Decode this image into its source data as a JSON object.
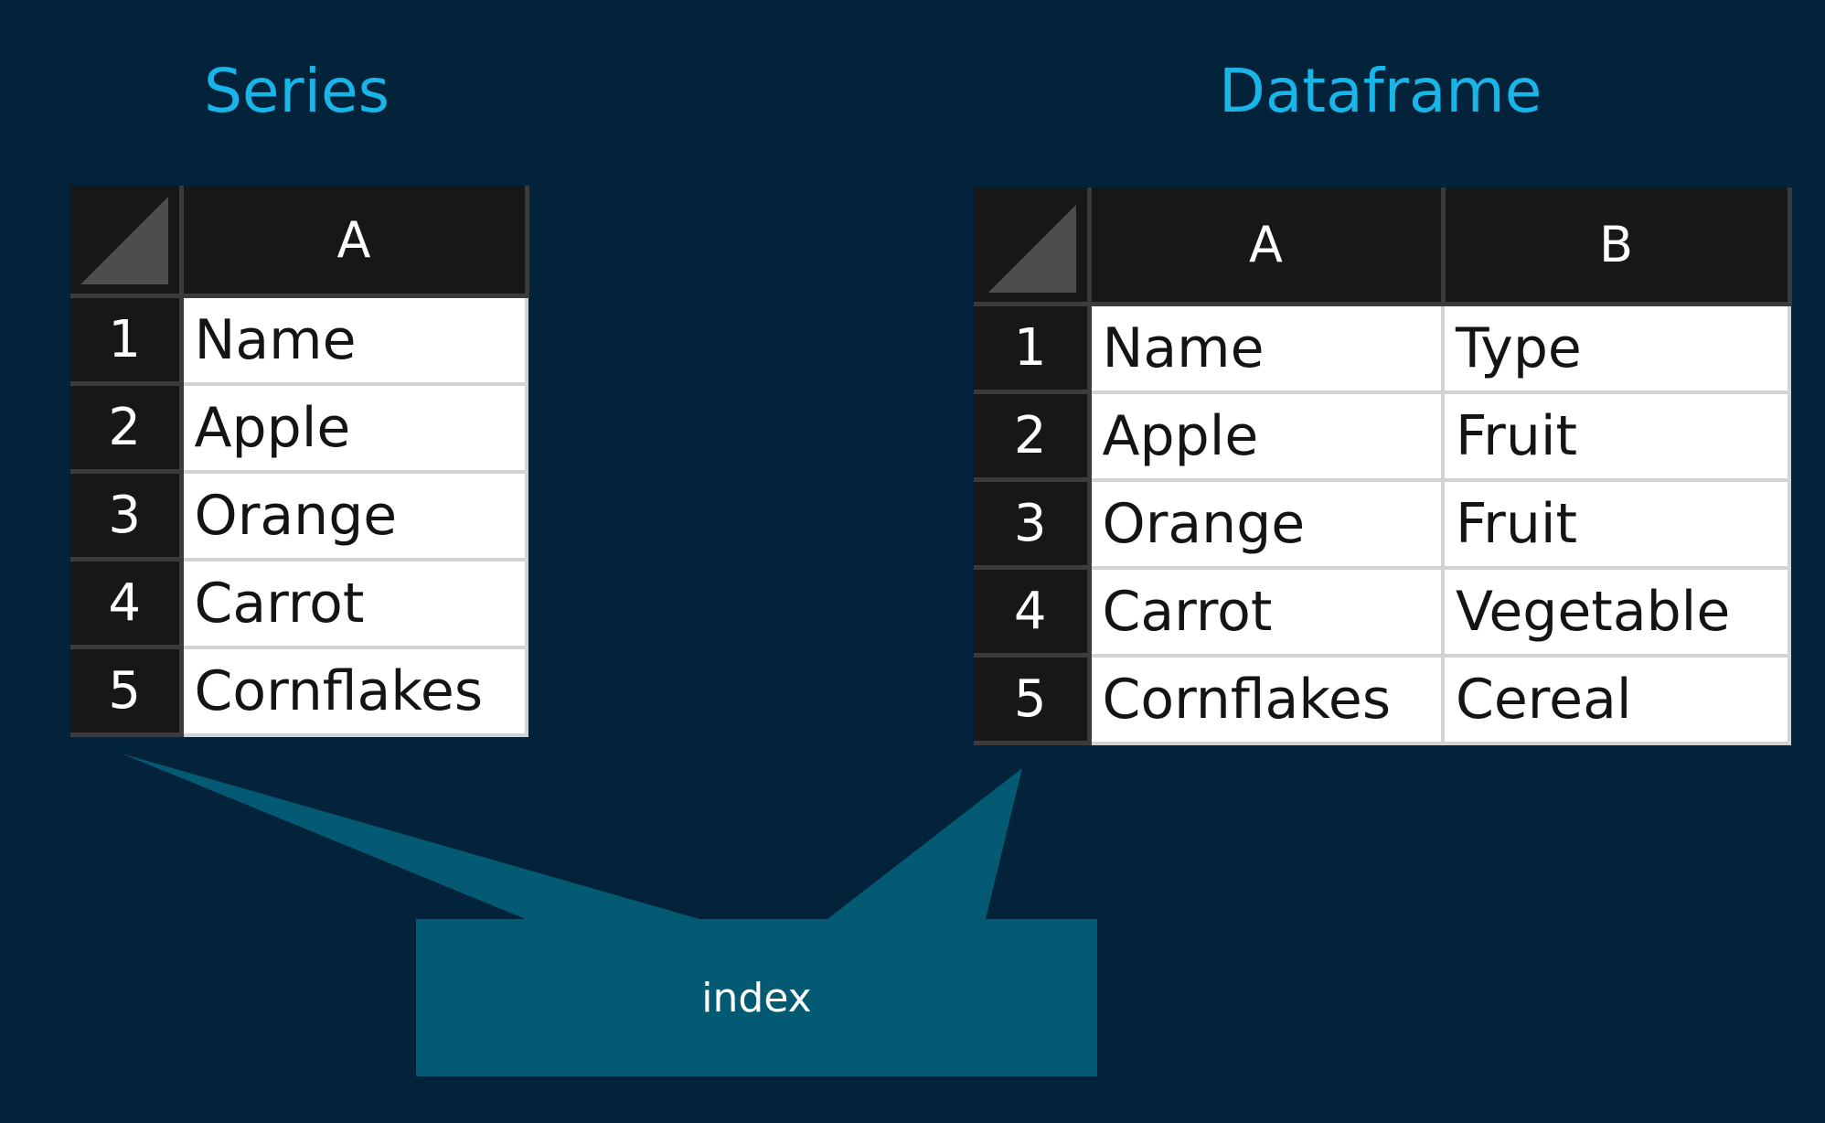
{
  "series": {
    "title": "Series",
    "columns": [
      "A"
    ],
    "rows": [
      {
        "index": "1",
        "cells": [
          "Name"
        ]
      },
      {
        "index": "2",
        "cells": [
          "Apple"
        ]
      },
      {
        "index": "3",
        "cells": [
          "Orange"
        ]
      },
      {
        "index": "4",
        "cells": [
          "Carrot"
        ]
      },
      {
        "index": "5",
        "cells": [
          "Cornflakes"
        ]
      }
    ]
  },
  "dataframe": {
    "title": "Dataframe",
    "columns": [
      "A",
      "B"
    ],
    "rows": [
      {
        "index": "1",
        "cells": [
          "Name",
          "Type"
        ]
      },
      {
        "index": "2",
        "cells": [
          "Apple",
          "Fruit"
        ]
      },
      {
        "index": "3",
        "cells": [
          "Orange",
          "Fruit"
        ]
      },
      {
        "index": "4",
        "cells": [
          "Carrot",
          "Vegetable"
        ]
      },
      {
        "index": "5",
        "cells": [
          "Cornflakes",
          "Cereal"
        ]
      }
    ]
  },
  "callout": {
    "label": "index"
  },
  "colors": {
    "background": "#03233a",
    "title": "#19b4e8",
    "callout": "#045a73",
    "header": "#171717",
    "cell": "#ffffff"
  }
}
